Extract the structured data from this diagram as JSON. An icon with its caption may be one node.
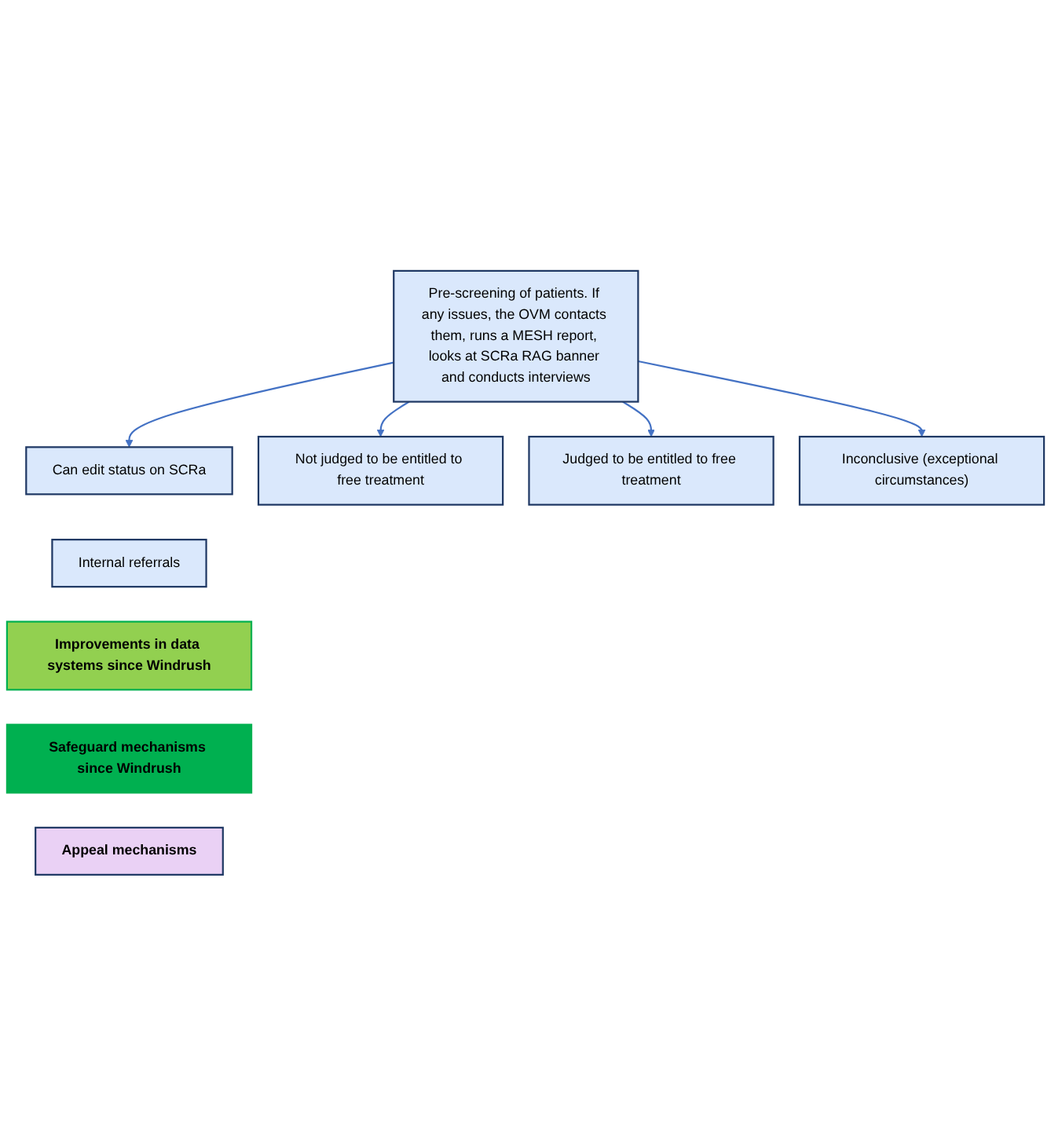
{
  "diagram": {
    "nodes": [
      {
        "text": [
          "Pre-screening of patients. If any issues, the OVM contacts them, runs a MESH report, looks at SCRa RAG banner and conducts interviews"
        ]
      },
      {
        "text": [
          "Can edit status on SCRa"
        ]
      },
      {
        "text": [
          "Internal referrals"
        ]
      },
      {
        "text": [
          "Not judged to be entitled to free treatment"
        ]
      },
      {
        "text": [
          "Judged to be entitled to free treatment"
        ]
      },
      {
        "text": [
          "Inconclusive (exceptional circumstances)"
        ]
      },
      {
        "text": [
          "Improvements in data systems since Windrush"
        ]
      },
      {
        "text": [
          "Safeguard mechanisms since Windrush"
        ]
      },
      {
        "text": [
          "Appeal mechanisms"
        ]
      }
    ],
    "edges": [
      {
        "from": 0,
        "to": 1,
        "arrow": "to",
        "color": "#4472c4"
      },
      {
        "from": 0,
        "to": 3,
        "arrow": "to",
        "color": "#4472c4"
      },
      {
        "from": 0,
        "to": 4,
        "arrow": "to",
        "color": "#4472c4"
      },
      {
        "from": 0,
        "to": 5,
        "arrow": "to",
        "color": "#4472c4"
      }
    ]
  }
}
